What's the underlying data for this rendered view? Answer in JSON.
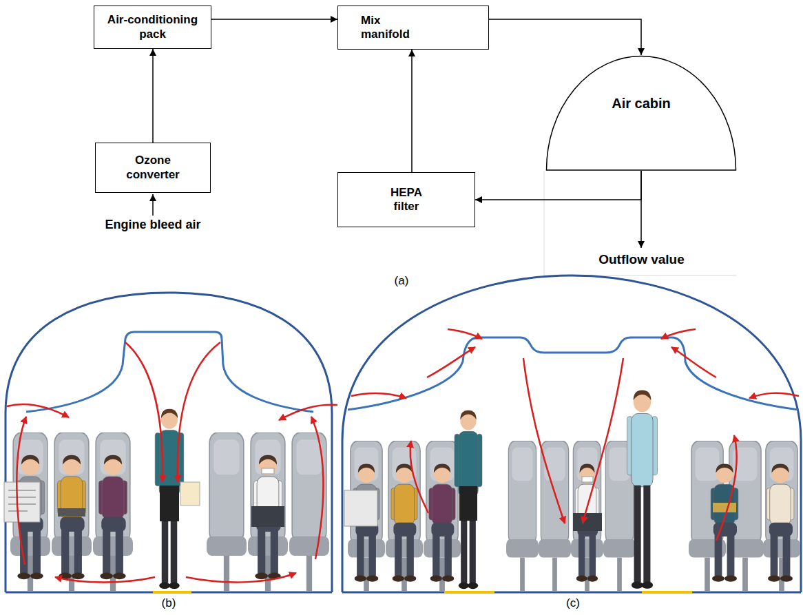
{
  "diagram": {
    "nodes": [
      {
        "text": [
          "Air-conditioning pack"
        ]
      },
      {
        "text": [
          "Mix manifold"
        ]
      },
      {
        "text": [
          "Air cabin"
        ]
      },
      {
        "text": [
          "Ozone converter"
        ]
      },
      {
        "text": [
          "HEPA filter"
        ]
      },
      {
        "text": [
          "Outflow value"
        ]
      }
    ],
    "edges": [
      {
        "from": 0,
        "to": 1,
        "arrow": "to"
      },
      {
        "from": 3,
        "to": 0,
        "arrow": "to"
      },
      {
        "from": 4,
        "to": 1,
        "arrow": "to"
      },
      {
        "from": 1,
        "to": 2,
        "arrow": "to"
      },
      {
        "from": 2,
        "to": 4,
        "arrow": "to"
      },
      {
        "from": 2,
        "to": 5,
        "arrow": "to"
      }
    ],
    "labels": [
      "Engine bleed air",
      "(a)",
      "(b)",
      "(c)"
    ]
  }
}
